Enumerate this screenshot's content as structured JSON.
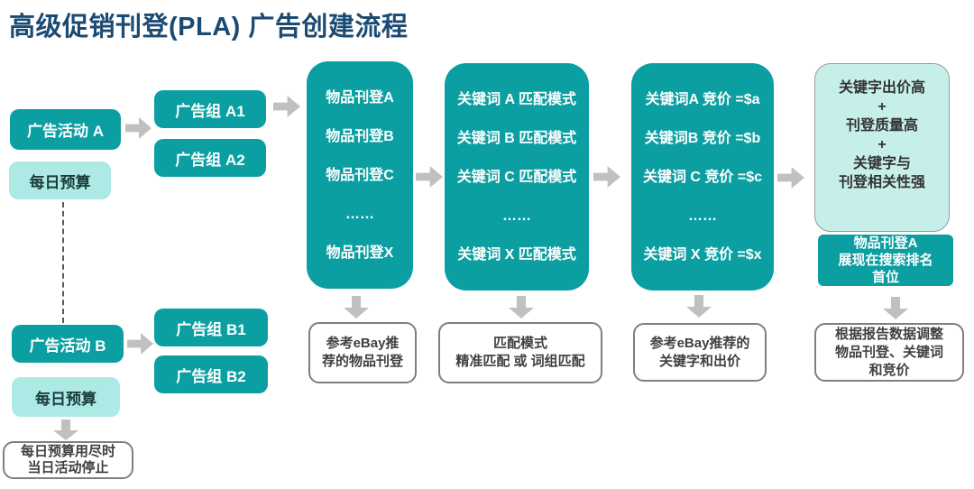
{
  "title": "高级促销刊登(PLA) 广告创建流程",
  "left": {
    "campaign_a": "广告活动 A",
    "budget_a": "每日预算",
    "ad_group_a1": "广告组 A1",
    "ad_group_a2": "广告组 A2",
    "campaign_b": "广告活动 B",
    "budget_b": "每日预算",
    "ad_group_b1": "广告组 B1",
    "ad_group_b2": "广告组 B2",
    "stop_note": {
      "line1": "每日预算用尽时",
      "line2": "当日活动停止"
    }
  },
  "listings": {
    "lines": [
      "物品刊登A",
      "物品刊登B",
      "物品刊登C",
      "……",
      "物品刊登X"
    ],
    "note": {
      "line1": "参考eBay推",
      "line2": "荐的物品刊登"
    }
  },
  "match": {
    "lines": [
      "关键词 A 匹配模式",
      "关键词 B 匹配模式",
      "关键词 C 匹配模式",
      "……",
      "关键词 X 匹配模式"
    ],
    "note": {
      "line1": "匹配模式",
      "line2": "精准匹配 或 词组匹配"
    }
  },
  "bids": {
    "lines": [
      "关键词A 竞价 =$a",
      "关键词B 竞价 =$b",
      "关键词 C 竞价 =$c",
      "……",
      "关键词 X 竞价 =$x"
    ],
    "note": {
      "line1": "参考eBay推荐的",
      "line2": "关键字和出价"
    }
  },
  "quality": {
    "lines": [
      "关键字出价高",
      "+",
      "刊登质量高",
      "+",
      "关键字与",
      "刊登相关性强"
    ]
  },
  "rank": {
    "lines": [
      "物品刊登A",
      "展现在搜索排名",
      "首位"
    ]
  },
  "adjust": {
    "lines": [
      "根据报告数据调整",
      "物品刊登、关键词",
      "和竞价"
    ]
  },
  "colors": {
    "teal": "#0C9FA2",
    "light_teal": "#AEEAE5",
    "pale_teal": "#C6EFE9",
    "title_blue": "#1B4A72",
    "arrow_gray": "#C0C0C0",
    "note_border_gray": "#7F7F7F"
  }
}
